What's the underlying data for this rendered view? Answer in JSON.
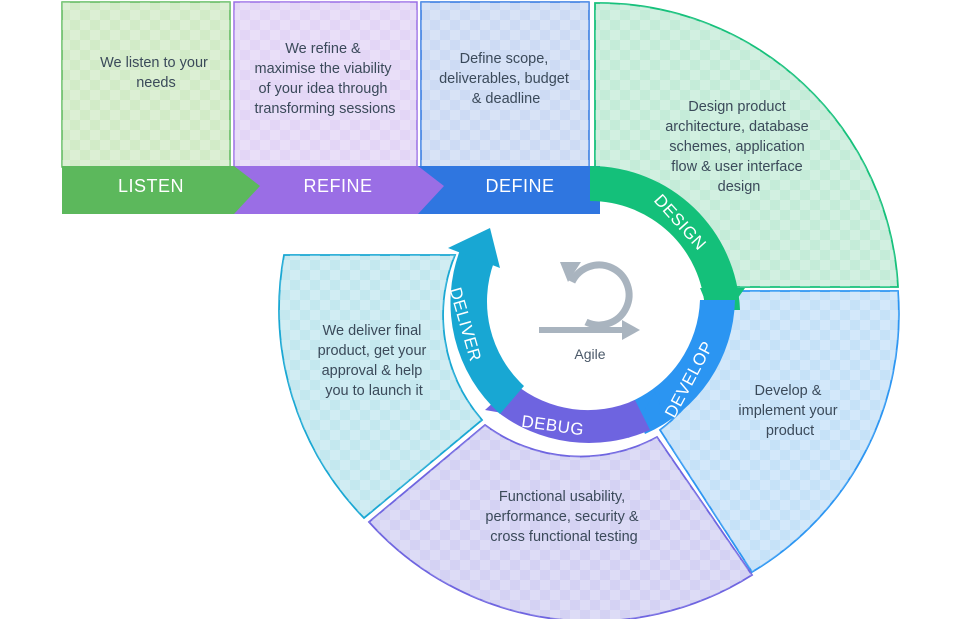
{
  "colors": {
    "listen": "#5cb85c",
    "refine": "#9a6ee5",
    "define": "#2f76e0",
    "design": "#14c07a",
    "develop": "#2b95f2",
    "debug": "#6e64e0",
    "deliver": "#18a7d3",
    "text": "#3b4a5a",
    "agile_icon": "#a9b4bf"
  },
  "top_steps": [
    {
      "label": "LISTEN",
      "lines": [
        "We listen to your",
        "needs"
      ]
    },
    {
      "label": "REFINE",
      "lines": [
        "We refine &",
        "maximise the viability",
        "of your idea through",
        "transforming sessions"
      ]
    },
    {
      "label": "DEFINE",
      "lines": [
        "Define scope,",
        "deliverables, budget",
        "& deadline"
      ]
    }
  ],
  "cycle": {
    "center_label": "Agile",
    "center_icon": "agile-loop-icon",
    "stages": [
      {
        "key": "design",
        "label": "DESIGN",
        "lines": [
          "Design product",
          "architecture, database",
          "schemes, application",
          "flow & user interface",
          "design"
        ]
      },
      {
        "key": "develop",
        "label": "DEVELOP",
        "lines": [
          "Develop &",
          "implement your",
          "product"
        ]
      },
      {
        "key": "debug",
        "label": "DEBUG",
        "lines": [
          "Functional usability,",
          "performance, security &",
          "cross functional testing"
        ]
      },
      {
        "key": "deliver",
        "label": "DELIVER",
        "lines": [
          "We deliver final",
          "product, get your",
          "approval & help",
          "you to launch it"
        ]
      }
    ]
  }
}
